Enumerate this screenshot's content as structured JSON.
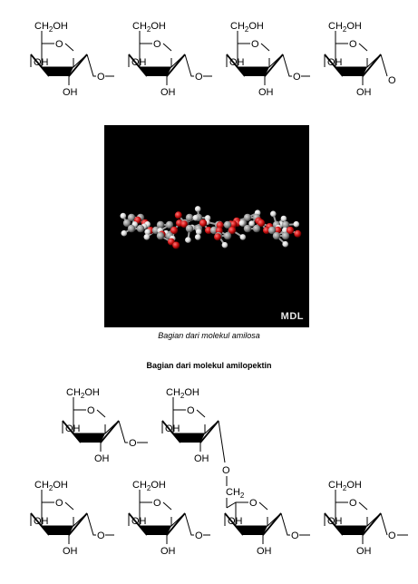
{
  "labels": {
    "ch2oh": "CH2OH",
    "ch2oh_main": "CH",
    "ch2oh_sub": "2",
    "ch2oh_tail": "OH",
    "oh": "OH",
    "ring_o": "O",
    "link_o": "O",
    "end_o": "O",
    "ch2_main": "CH",
    "ch2_sub": "2"
  },
  "model": {
    "logo": "MDL",
    "caption": "Bagian dari molekul amilosa"
  },
  "amylopectin": {
    "title": "Bagian dari molekul amilopektin"
  },
  "colors": {
    "background": "#ffffff",
    "panel": "#000000",
    "oxygen_atom": "#cc1111",
    "hydrogen_atom": "#e6e6e6",
    "carbon_atom": "#9a9a9a"
  }
}
